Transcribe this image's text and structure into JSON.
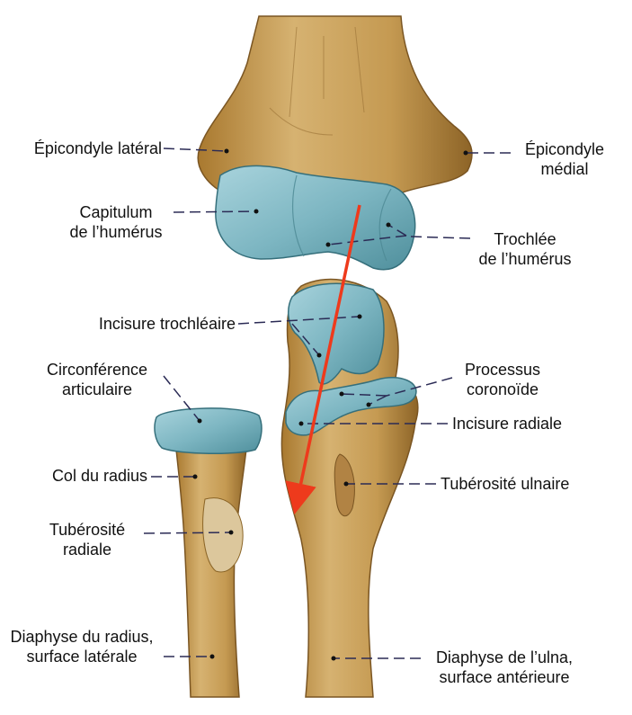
{
  "colors": {
    "background": "#ffffff",
    "bone": "#c9a35c",
    "bone_dark": "#8a6426",
    "cartilage": "#7fb8c4",
    "cartilage_dark": "#3f7f8c",
    "leader": "#2b2b55",
    "arrow": "#ee3a1c"
  },
  "labels": {
    "epicondyle_lateral": "Épicondyle latéral",
    "epicondyle_medial_1": "Épicondyle",
    "epicondyle_medial_2": "médial",
    "capitulum_1": "Capitulum",
    "capitulum_2": "de l’humérus",
    "trochlee_1": "Trochlée",
    "trochlee_2": "de l’humérus",
    "incisure_trochleaire": "Incisure trochléaire",
    "circonference_1": "Circonférence",
    "circonference_2": "articulaire",
    "processus_1": "Processus",
    "processus_2": "coronoïde",
    "incisure_radiale": "Incisure radiale",
    "col_radius": "Col du radius",
    "tuberosite_ulnaire": "Tubérosité ulnaire",
    "tuberosite_radiale_1": "Tubérosité",
    "tuberosite_radiale_2": "radiale",
    "diaphyse_radius_1": "Diaphyse du radius,",
    "diaphyse_radius_2": "surface latérale",
    "diaphyse_ulna_1": "Diaphyse de l’ulna,",
    "diaphyse_ulna_2": "surface antérieure"
  }
}
